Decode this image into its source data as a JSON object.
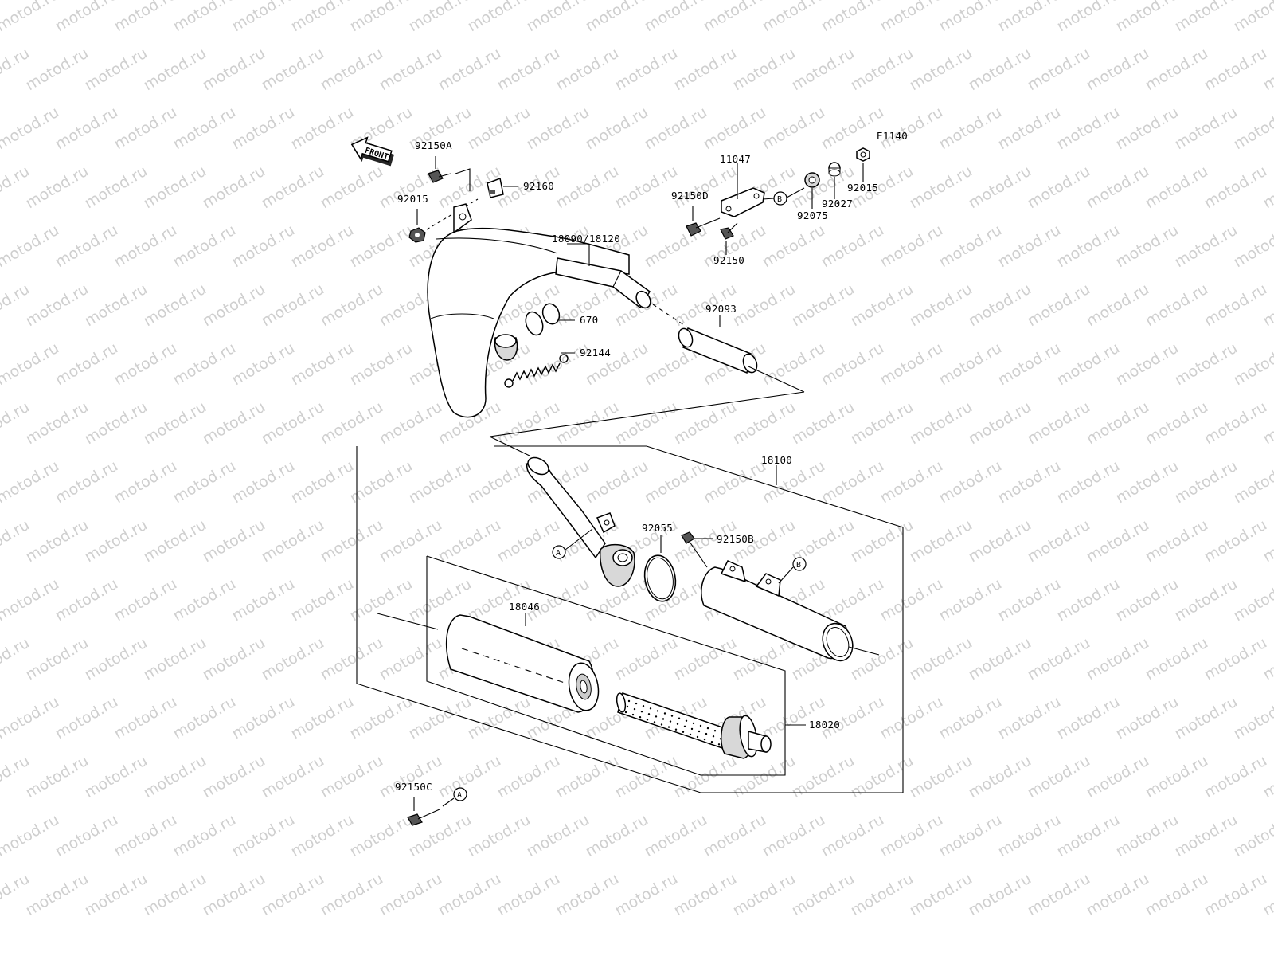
{
  "watermark": "motod.ru",
  "diagram_code": "E1140",
  "front_label": "FRONT",
  "parts": {
    "p92150A": "92150A",
    "p92160": "92160",
    "p92015_left": "92015",
    "p18090": "18090/18120",
    "p670": "670",
    "p92144": "92144",
    "p92093": "92093",
    "p11047": "11047",
    "p92150D": "92150D",
    "p92150": "92150",
    "p92075": "92075",
    "p92027": "92027",
    "p92015_right": "92015",
    "p18100": "18100",
    "p92055": "92055",
    "p92150B": "92150B",
    "p18046": "18046",
    "p18020": "18020",
    "p92150C": "92150C"
  },
  "refs": {
    "a": "A",
    "b": "B"
  },
  "colors": {
    "line": "#000000",
    "watermark": "#cfcfcf",
    "shade": "#d8d8d8"
  }
}
